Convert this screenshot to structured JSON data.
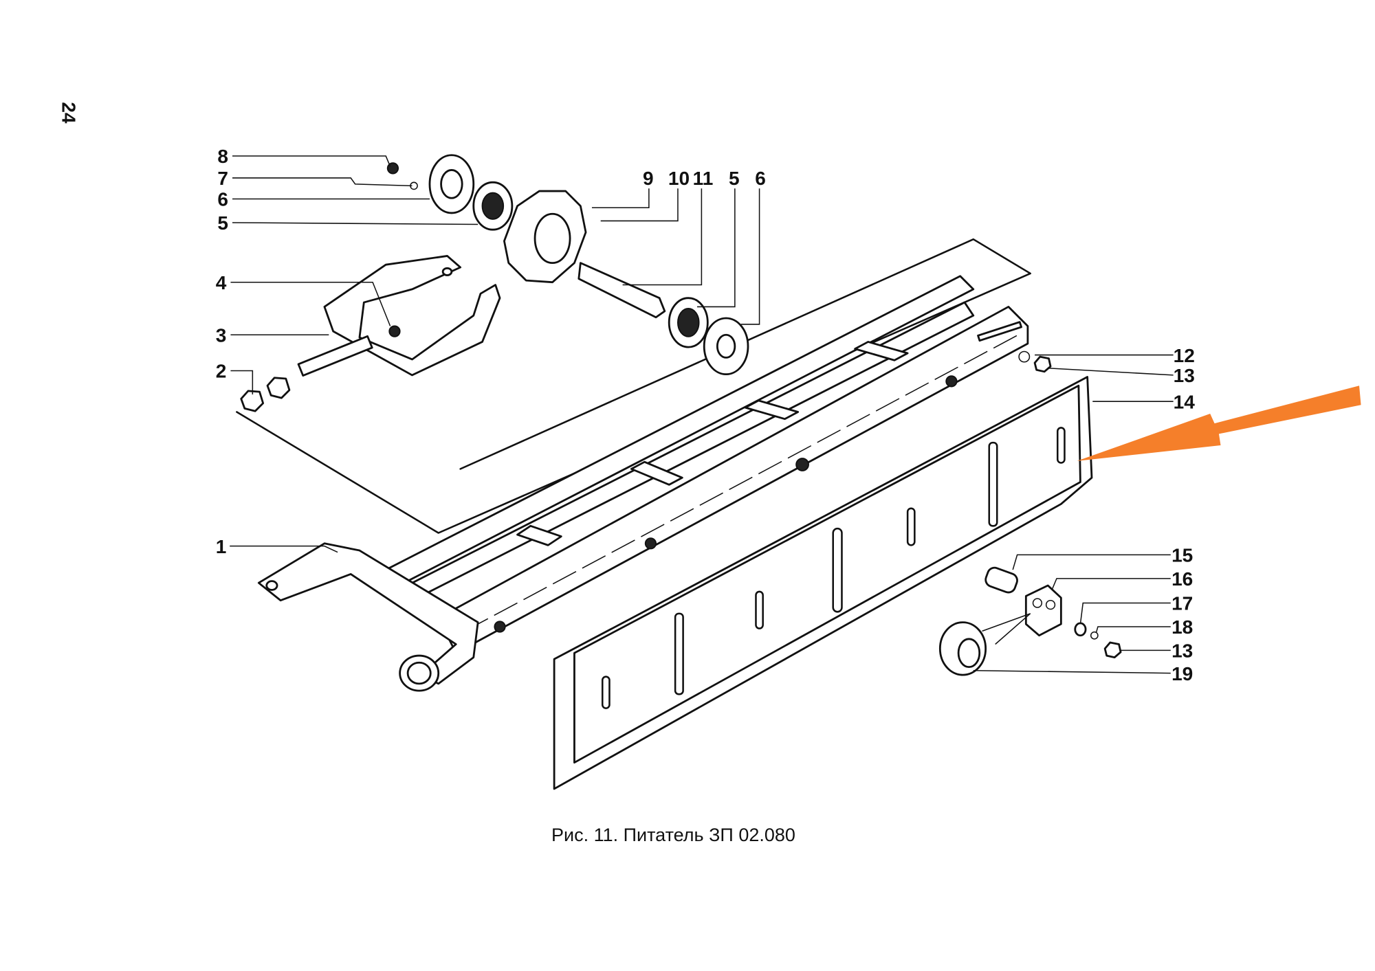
{
  "page_number": "24",
  "caption": "Рис. 11. Питатель ЗП 02.080",
  "callouts": [
    "8",
    "7",
    "6",
    "5",
    "4",
    "3",
    "2",
    "1",
    "9",
    "10",
    "11",
    "5",
    "6",
    "12",
    "13",
    "14",
    "15",
    "16",
    "17",
    "18",
    "13",
    "19"
  ],
  "colors": {
    "arrow": "#f57f2a",
    "ink": "#111111"
  }
}
